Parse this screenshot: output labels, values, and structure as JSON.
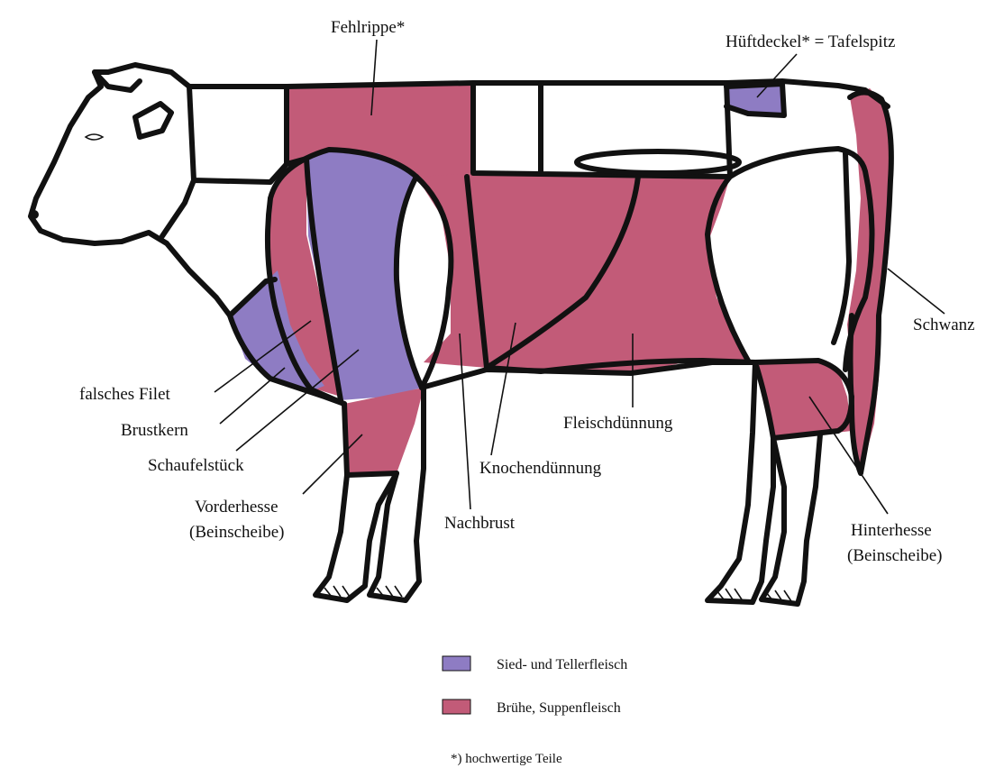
{
  "colors": {
    "sied_teller": "#8e7cc3",
    "suppe": "#c25b78",
    "outline": "#111111",
    "background": "#ffffff"
  },
  "labels": {
    "fehlrippe": "Fehlrippe*",
    "hueftdeckel": "Hüftdeckel* = Tafelspitz",
    "schwanz": "Schwanz",
    "falsches_filet": "falsches Filet",
    "brustkern": "Brustkern",
    "schaufelstueck": "Schaufelstück",
    "vorderhesse_1": "Vorderhesse",
    "vorderhesse_2": "(Beinscheibe)",
    "nachbrust": "Nachbrust",
    "knochenduennung": "Knochendünnung",
    "fleischduennung": "Fleischdünnung",
    "hinterhesse_1": "Hinterhesse",
    "hinterhesse_2": "(Beinscheibe)"
  },
  "legend": [
    {
      "label": "Sied- und Tellerfleisch",
      "color": "#8e7cc3"
    },
    {
      "label": "Brühe, Suppenfleisch",
      "color": "#c25b78"
    }
  ],
  "footnote": "*) hochwertige Teile"
}
